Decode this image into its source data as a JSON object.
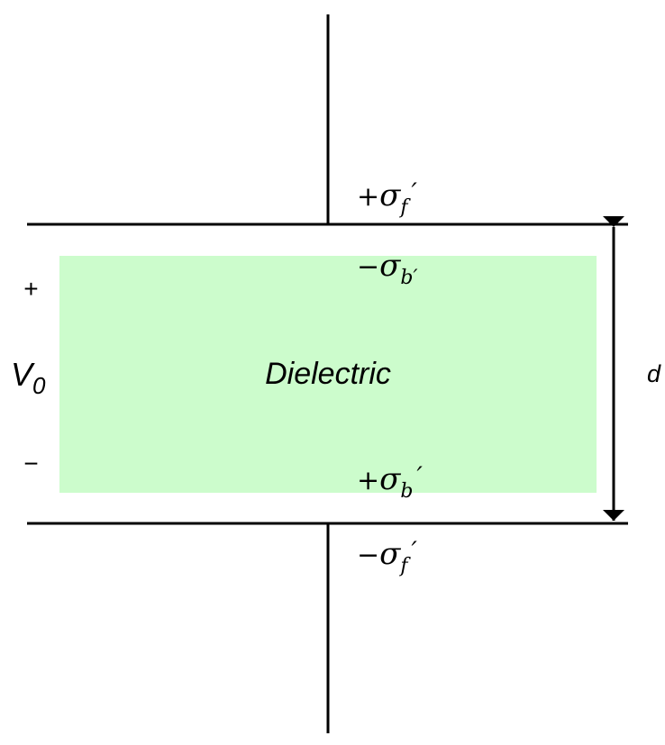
{
  "dielectric": {
    "label": "Dielectric",
    "fill_color": "#ccfccc"
  },
  "voltage": {
    "symbol": "V",
    "subscript": "0",
    "plus_sign": "+",
    "minus_sign": "−"
  },
  "separation": {
    "label": "d"
  },
  "charges": {
    "top_free": {
      "sign": "+",
      "symbol": "σ",
      "subscript": "f",
      "prime": "′"
    },
    "top_bound": {
      "sign": "−",
      "symbol": "σ",
      "subscript": "b′",
      "prime": ""
    },
    "bottom_bound": {
      "sign": "+",
      "symbol": "σ",
      "subscript": "b",
      "prime": "′"
    },
    "bottom_free": {
      "sign": "−",
      "symbol": "σ",
      "subscript": "f",
      "prime": "′"
    }
  },
  "colors": {
    "line": "#000000",
    "background": "#ffffff"
  }
}
